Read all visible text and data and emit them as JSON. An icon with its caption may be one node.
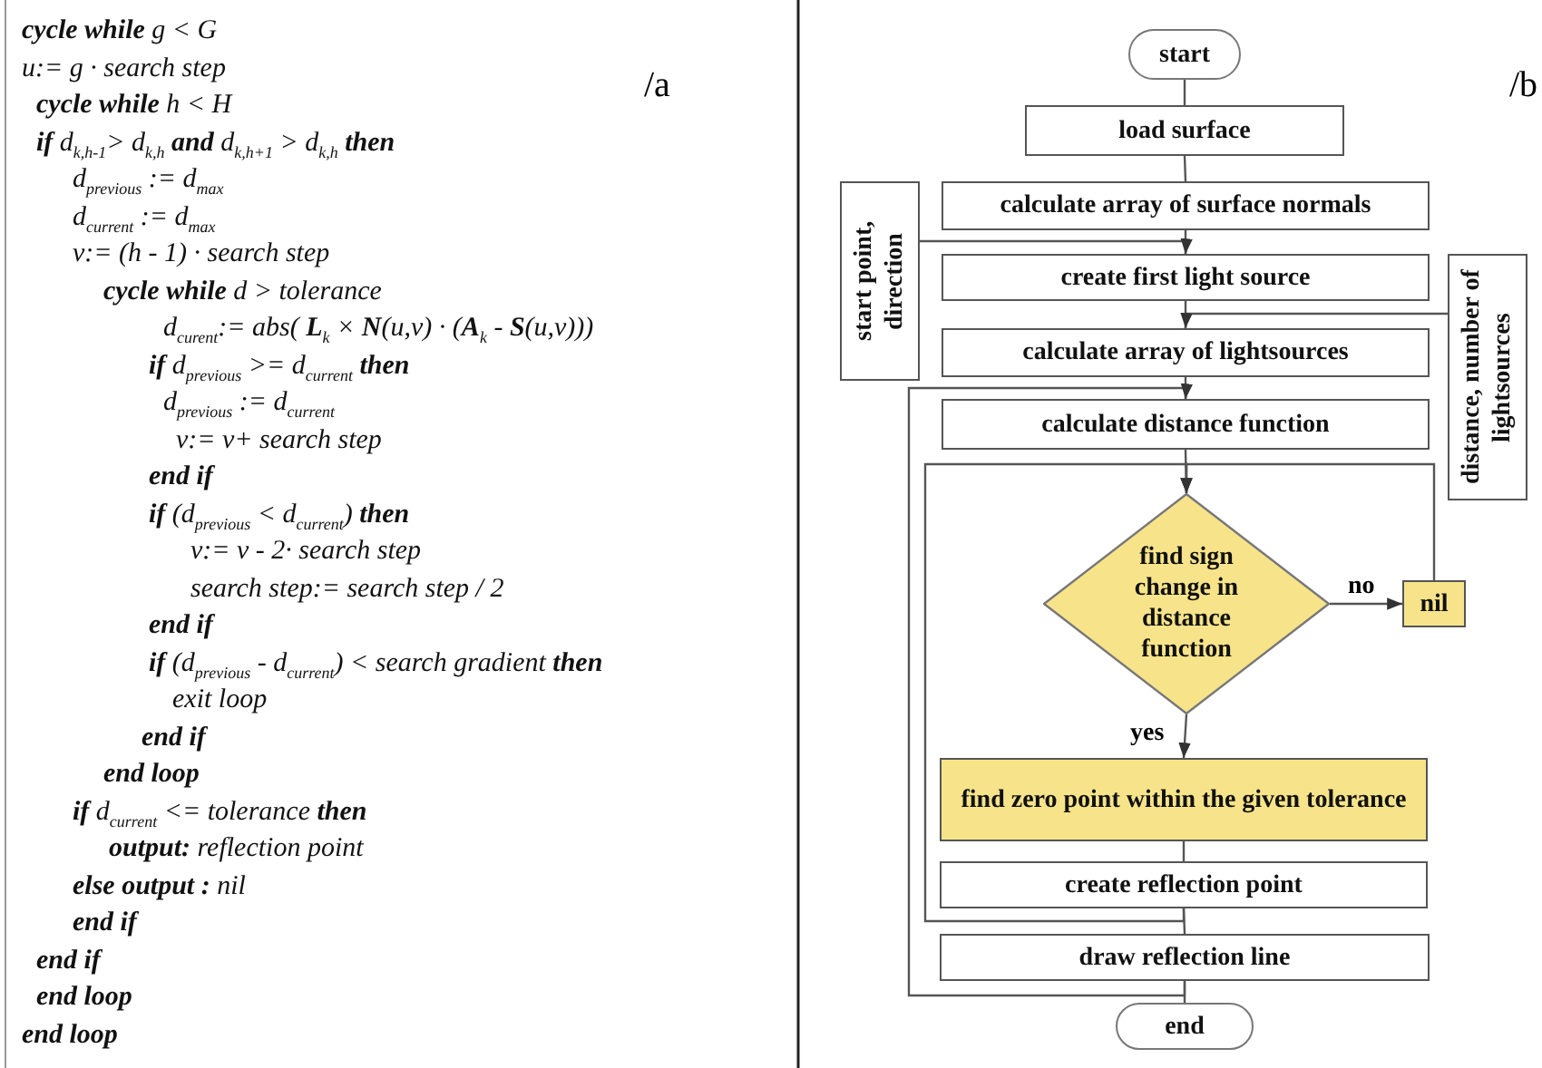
{
  "diagram": {
    "nodes": [
      {
        "text": [
          "start"
        ]
      },
      {
        "text": [
          "load surface"
        ]
      },
      {
        "text": [
          "calculate array of surface normals"
        ]
      },
      {
        "text": [
          "start point, direction"
        ]
      },
      {
        "text": [
          "create first light source"
        ]
      },
      {
        "text": [
          "distance, number of lightsources"
        ]
      },
      {
        "text": [
          "calculate array of lightsources"
        ]
      },
      {
        "text": [
          "calculate distance function"
        ]
      },
      {
        "text": [
          "find sign change in distance function"
        ]
      },
      {
        "text": [
          "nil"
        ]
      },
      {
        "text": [
          "find zero point within the given tolerance"
        ]
      },
      {
        "text": [
          "create reflection point"
        ]
      },
      {
        "text": [
          "draw reflection line"
        ]
      },
      {
        "text": [
          "end"
        ]
      }
    ],
    "edges": [
      {
        "from": 0,
        "to": 1,
        "arrow": "none"
      },
      {
        "from": 1,
        "to": 2,
        "arrow": "none"
      },
      {
        "from": 2,
        "to": 4,
        "arrow": "none"
      },
      {
        "from": 3,
        "to": 4,
        "arrow": "to"
      },
      {
        "from": 4,
        "to": 6,
        "arrow": "none"
      },
      {
        "from": 5,
        "to": 6,
        "arrow": "to"
      },
      {
        "from": 6,
        "to": 7,
        "arrow": "none"
      },
      {
        "from": 7,
        "to": 8,
        "arrow": "none"
      },
      {
        "from": 8,
        "to": 9,
        "arrow": "to",
        "label": "no"
      },
      {
        "from": 9,
        "to": 8,
        "arrow": "to"
      },
      {
        "from": 8,
        "to": 10,
        "arrow": "to",
        "label": "yes"
      },
      {
        "from": 10,
        "to": 11,
        "arrow": "none"
      },
      {
        "from": 11,
        "to": 8,
        "arrow": "to"
      },
      {
        "from": 11,
        "to": 12,
        "arrow": "none"
      },
      {
        "from": 12,
        "to": 7,
        "arrow": "to"
      },
      {
        "from": 12,
        "to": 13,
        "arrow": "none"
      }
    ],
    "labels": [
      "**cycle while** g < G",
      "u:= g · search step",
      "**cycle while** h < H",
      "**if** d$_{k,h-1}$> d$_{k,h}$ **and** d$_{k,h+1}$ > d$_{k,h}$ **then**",
      "d$_{previous}$ := d$_{max}$",
      "d$_{current}$ := d$_{max}$",
      "v:= (h - 1) · search step",
      "**cycle while** d > tolerance",
      "d$_{curent}$:= abs( **L**$_{k}$ × **N**(u,v) · (**A**$_{k}$ - **S**(u,v)))",
      "**if** d$_{previous}$ >= d$_{current}$ **then**",
      "d$_{previous}$ := d$_{current}$",
      "v:= v+ search step",
      "**end if**",
      "**if** (d$_{previous}$ < d$_{current}$) **then**",
      "v:= v - 2· search step",
      "search step:= search step / 2",
      "**end if**",
      "**if** (d$_{previous}$ - d$_{current}$) < search gradient **then**",
      "exit loop",
      "**end if**",
      "**end loop**",
      "**if** d$_{current}$ <= tolerance **then**",
      "**output:** reflection point",
      "**else output :** nil",
      "**end if**",
      "**end if**",
      "**end loop**",
      "**end loop**",
      "/a",
      "/b"
    ]
  }
}
